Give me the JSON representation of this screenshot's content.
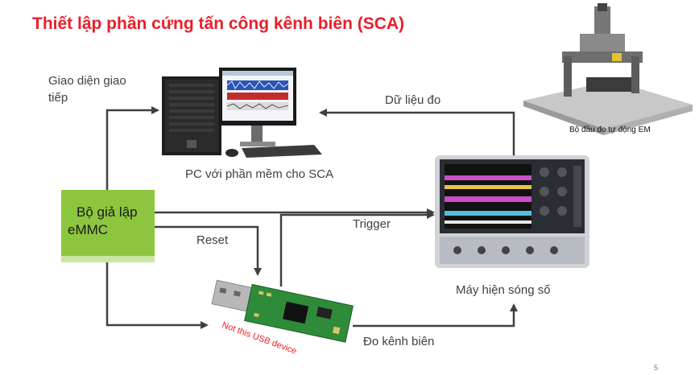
{
  "title": "Thiết lập phần cứng tấn công kênh biên (SCA)",
  "labels": {
    "interface_line1": "Giao diện giao",
    "interface_line2": "tiếp",
    "pc": "PC với phần mềm cho SCA",
    "data": "Dữ liệu đo",
    "trigger": "Trigger",
    "reset": "Reset",
    "scope": "Máy hiện sóng số",
    "channel": "Đo kênh biên",
    "not_usb": "Not this USB device",
    "em_probe": "Bộ đầu đo tự động EM"
  },
  "emmc": {
    "line1": "Bộ giả lập",
    "line2": "eMMC"
  },
  "page_number": "5",
  "colors": {
    "title": "#e8202a",
    "emmc_fill": "#8cc63f",
    "arrow": "#404040"
  }
}
